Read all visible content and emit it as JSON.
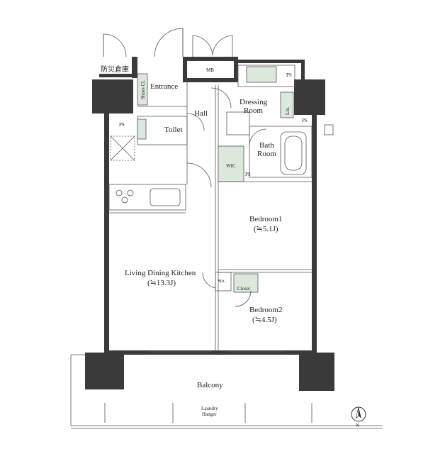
{
  "labels": {
    "storage_jp": "防災倉庫",
    "shoes_cl": "Shoes Cl.",
    "entrance": "Entrance",
    "mb": "MB",
    "ps": "PS",
    "dressing_room_1": "Dressing",
    "dressing_room_2": "Room",
    "lin": "Lin.",
    "hall": "Hall",
    "toilet": "Toilet",
    "bath_room_1": "Bath",
    "bath_room_2": "Room",
    "wic": "WIC",
    "bedroom1": "Bedroom1",
    "bedroom1_size": "(≒5.1J)",
    "ldk": "Living Dining Kitchen",
    "ldk_size": "(≒13.3J)",
    "sto": "Sto.",
    "closet": "Closet",
    "bedroom2": "Bedroom2",
    "bedroom2_size": "(≒4.5J)",
    "balcony": "Balcony",
    "laundry_1": "Laundry",
    "laundry_2": "Hanger",
    "north": "N"
  },
  "colors": {
    "wall": "#3a3a3a",
    "closet_fill": "#dbe8dc",
    "line": "#555555"
  }
}
